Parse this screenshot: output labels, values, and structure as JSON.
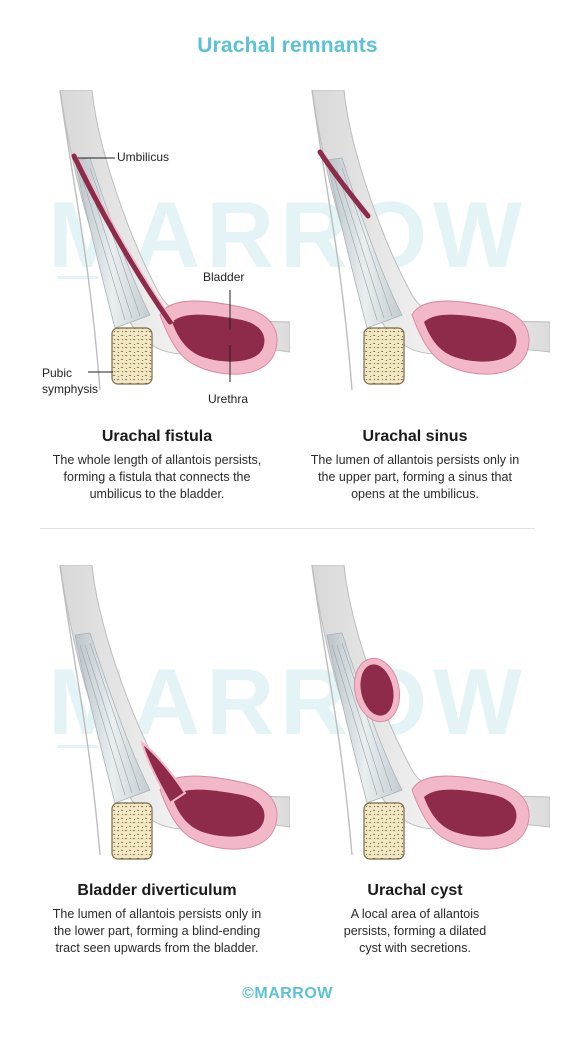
{
  "title": "Urachal remnants",
  "watermark": "MARROW",
  "footer": "©MARROW",
  "labels": {
    "umbilicus": "Umbilicus",
    "bladder": "Bladder",
    "pubic_symphysis_line1": "Pubic",
    "pubic_symphysis_line2": "symphysis",
    "urethra": "Urethra"
  },
  "panels": [
    {
      "title": "Urachal fistula",
      "description_lines": [
        "The whole length of allantois persists,",
        "forming a fistula that connects the",
        "umbilicus to the bladder."
      ]
    },
    {
      "title": "Urachal sinus",
      "description_lines": [
        "The lumen of allantois persists only in",
        "the upper part, forming a sinus that",
        "opens at the umbilicus."
      ]
    },
    {
      "title": "Bladder diverticulum",
      "description_lines": [
        "The lumen of allantois persists only in",
        "the lower part, forming a blind-ending",
        "tract seen upwards from the bladder."
      ]
    },
    {
      "title": "Urachal cyst",
      "description_lines": [
        "A local area of allantois",
        "persists, forming a dilated",
        "cyst with secretions."
      ]
    }
  ],
  "colors": {
    "accent": "#5bc2d6",
    "bladder_wall": "#f2b8c8",
    "bladder_lumen": "#8e2b4a",
    "bone": "#f3e8c4"
  }
}
